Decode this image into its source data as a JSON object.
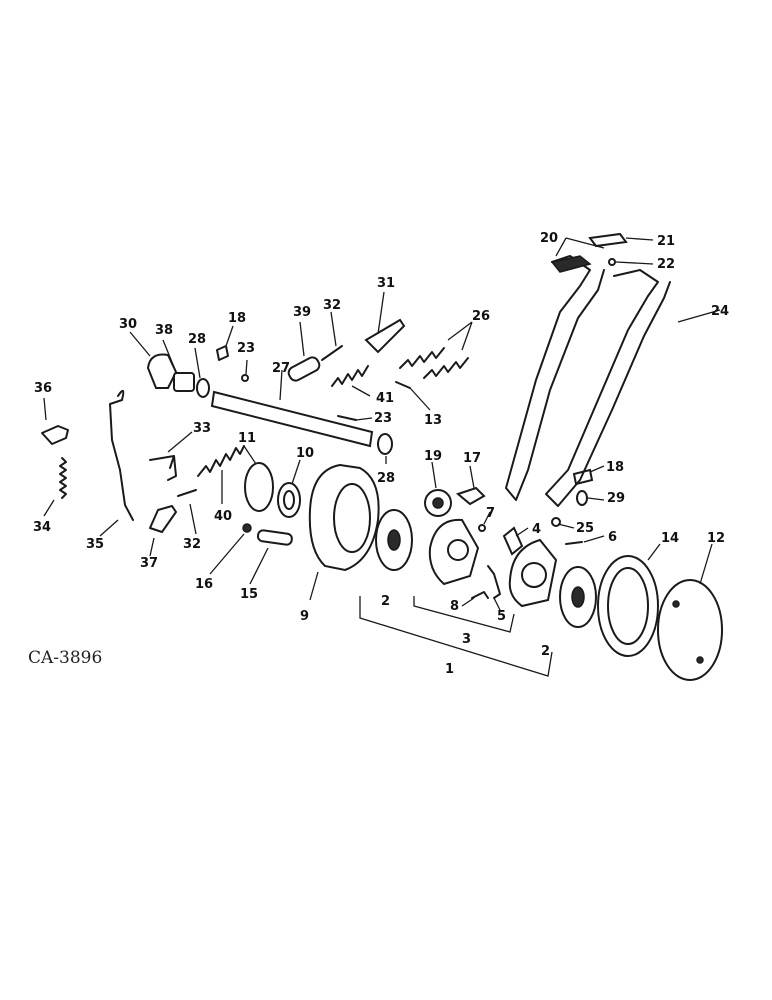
{
  "figure": {
    "reference": "CA-3896",
    "callouts": [
      "1",
      "2",
      "2",
      "3",
      "4",
      "5",
      "6",
      "7",
      "8",
      "9",
      "10",
      "11",
      "12",
      "13",
      "14",
      "15",
      "16",
      "17",
      "18",
      "18",
      "19",
      "20",
      "21",
      "22",
      "23",
      "23",
      "24",
      "25",
      "26",
      "27",
      "28",
      "28",
      "29",
      "30",
      "31",
      "32",
      "32",
      "33",
      "34",
      "35",
      "36",
      "37",
      "38",
      "39",
      "40",
      "41"
    ]
  }
}
